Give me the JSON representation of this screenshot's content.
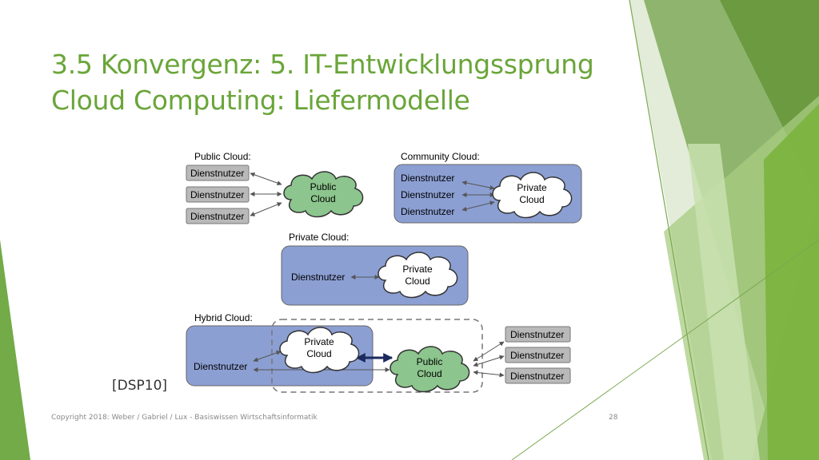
{
  "title": {
    "line1": "3.5 Konvergenz: 5. IT-Entwicklungssprung",
    "line2": "Cloud Computing: Liefermodelle"
  },
  "diagram": {
    "public": {
      "heading": "Public Cloud:",
      "users": [
        "Dienstnutzer",
        "Dienstnutzer",
        "Dienstnutzer"
      ],
      "cloud": [
        "Public",
        "Cloud"
      ]
    },
    "community": {
      "heading": "Community Cloud:",
      "users": [
        "Dienstnutzer",
        "Dienstnutzer",
        "Dienstnutzer"
      ],
      "cloud": [
        "Private",
        "Cloud"
      ]
    },
    "private": {
      "heading": "Private Cloud:",
      "user": "Dienstnutzer",
      "cloud": [
        "Private",
        "Cloud"
      ]
    },
    "hybrid": {
      "heading": "Hybrid Cloud:",
      "user": "Dienstnutzer",
      "private_cloud": [
        "Private",
        "Cloud"
      ],
      "public_cloud": [
        "Public",
        "Cloud"
      ],
      "users": [
        "Dienstnutzer",
        "Dienstnutzer",
        "Dienstnutzer"
      ]
    }
  },
  "source": "[DSP10]",
  "footer": "Copyright 2018: Weber / Gabriel / Lux - Basiswissen Wirtschaftsinformatik",
  "page_number": "28",
  "colors": {
    "title": "#6aa539",
    "cloud_green": "#8cc58d",
    "user_box": "#b9b9b9",
    "org_box": "#8c9fd3"
  }
}
